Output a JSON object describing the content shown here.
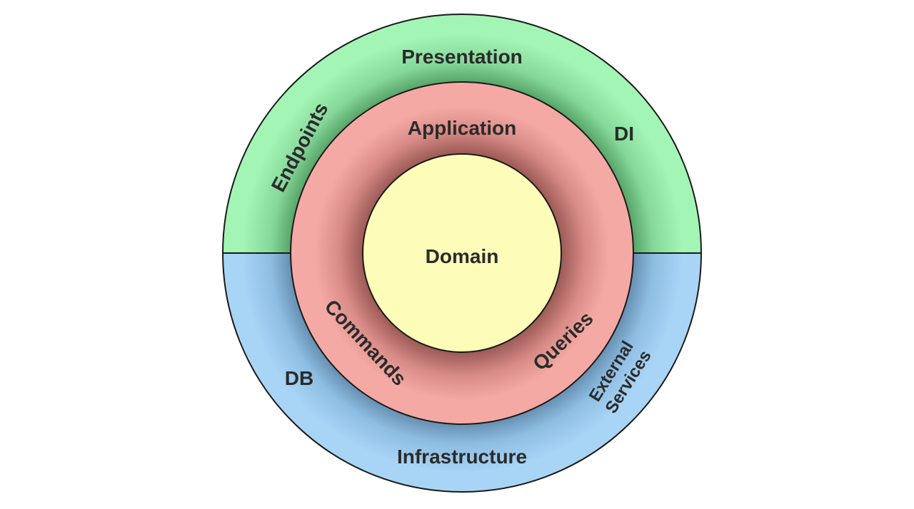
{
  "layers": {
    "presentation": {
      "label": "Presentation",
      "color": "#a3f5b5"
    },
    "infrastructure": {
      "label": "Infrastructure",
      "color": "#a8d4f6"
    },
    "application": {
      "label": "Application",
      "color": "#f5a9a4"
    },
    "domain": {
      "label": "Domain",
      "color": "#fdfdb9"
    }
  },
  "components": {
    "endpoints": "Endpoints",
    "di": "DI",
    "db": "DB",
    "external_services_line1": "External",
    "external_services_line2": "Services",
    "commands": "Commands",
    "queries": "Queries"
  },
  "outline_color": "#1a1a1a"
}
